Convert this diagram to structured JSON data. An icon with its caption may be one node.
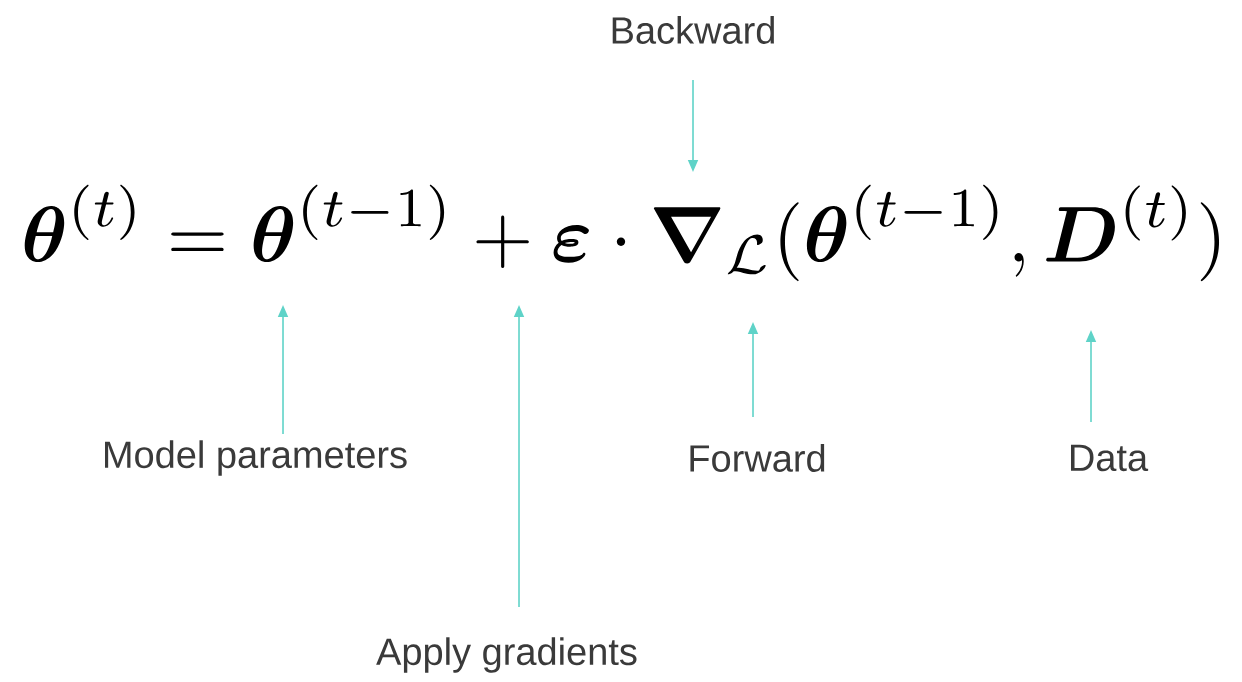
{
  "diagram": {
    "nodes": [
      {
        "text": [
          "Backward"
        ]
      },
      {
        "text": [
          "Model parameters"
        ]
      },
      {
        "text": [
          "Forward"
        ]
      },
      {
        "text": [
          "Data"
        ]
      },
      {
        "text": [
          "Apply gradients"
        ]
      }
    ],
    "edges": [
      {
        "from": 0,
        "to": null,
        "arrow": "to"
      },
      {
        "from": 1,
        "to": null,
        "arrow": "to"
      },
      {
        "from": 4,
        "to": null,
        "arrow": "to"
      },
      {
        "from": 2,
        "to": null,
        "arrow": "to"
      },
      {
        "from": 3,
        "to": null,
        "arrow": "to"
      }
    ],
    "labels": [
      "\\boldsymbol{\\theta}^{(t)} = \\boldsymbol{\\theta}^{(t-1)} + \\boldsymbol{\\varepsilon} \\cdot \\boldsymbol{\\nabla}_{\\mathcal{L}} (\\boldsymbol{\\theta}^{(t-1)}, \\boldsymbol{D}^{(t)})"
    ]
  }
}
